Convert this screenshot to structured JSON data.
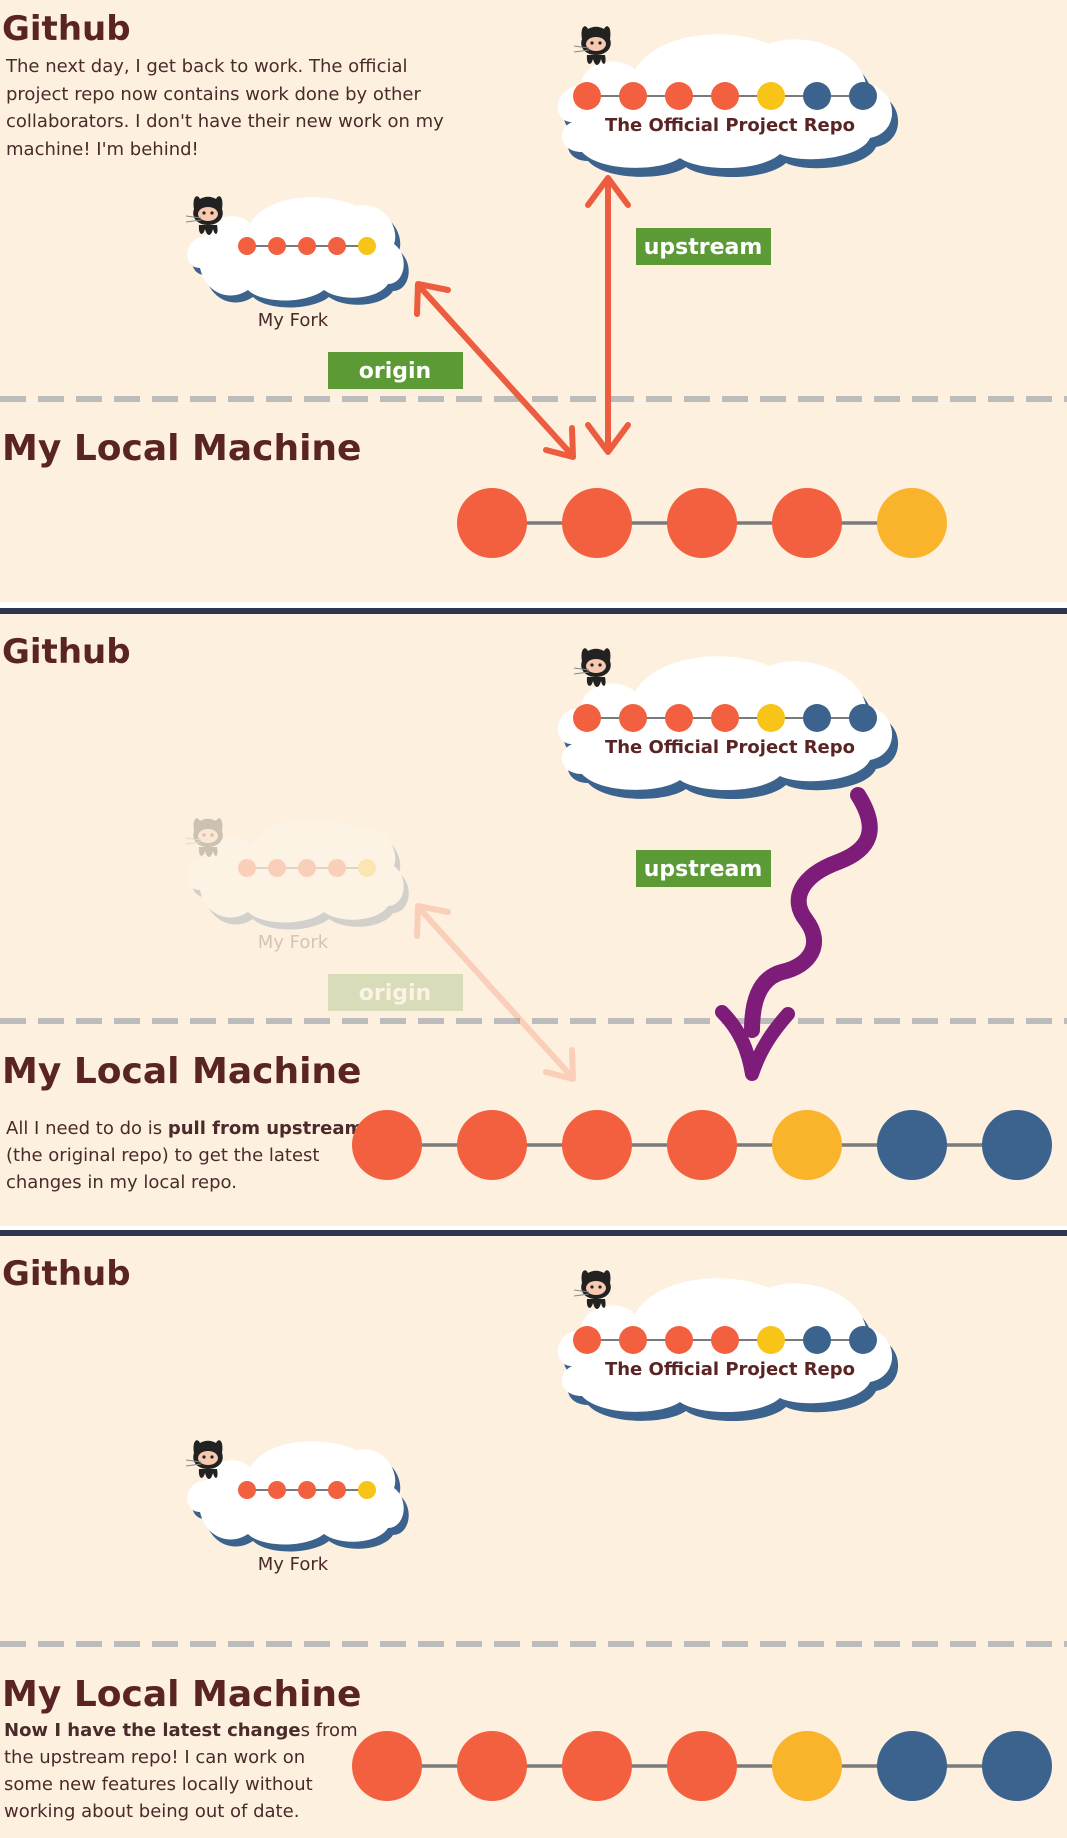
{
  "colors": {
    "background": "#fdf0de",
    "divider": "#2e3550",
    "dashed_line": "#bcbcbc",
    "heading": "#5a2424",
    "body_text": "#4a2a2a",
    "commit_red": "#f2603f",
    "commit_yellow": "#f9b42c",
    "commit_blue": "#3b638d",
    "label_green": "#5b9a35",
    "arrow_red": "#ec5d3f",
    "pull_arrow_purple": "#7e1c7a",
    "cloud_fill": "#ffffff",
    "cloud_shadow": "#3b638d"
  },
  "panels": [
    {
      "github_heading": "Github",
      "local_heading": "My Local Machine",
      "intro_lines": [
        "The next day, I get back to work.  The official",
        "project repo now contains work done by other",
        "collaborators.  I don't have their new work on my",
        "machine!  I'm behind!"
      ],
      "official_repo_label": "The Official Project Repo",
      "fork_label": "My Fork",
      "upstream_label": "upstream",
      "origin_label": "origin",
      "fork_commits": [
        "red",
        "red",
        "red",
        "red",
        "gold"
      ],
      "official_commits": [
        "red",
        "red",
        "red",
        "red",
        "gold",
        "blue",
        "blue"
      ],
      "local_commits": [
        "red",
        "red",
        "red",
        "red",
        "yellow"
      ]
    },
    {
      "github_heading": "Github",
      "local_heading": "My Local Machine",
      "official_repo_label": "The Official Project Repo",
      "fork_label": "My Fork",
      "upstream_label": "upstream",
      "origin_label": "origin",
      "explain_lines": [
        [
          "All I need to do is ",
          "pull from upstream"
        ],
        [
          " (the original repo) to get the latest",
          ""
        ],
        [
          "changes in my local repo.",
          ""
        ]
      ],
      "fork_commits": [
        "red",
        "red",
        "red",
        "red",
        "gold"
      ],
      "official_commits": [
        "red",
        "red",
        "red",
        "red",
        "gold",
        "blue",
        "blue"
      ],
      "local_commits": [
        "red",
        "red",
        "red",
        "red",
        "yellow",
        "blue",
        "blue"
      ]
    },
    {
      "github_heading": "Github",
      "local_heading": "My Local Machine",
      "official_repo_label": "The Official Project Repo",
      "fork_label": "My Fork",
      "explain_lines": [
        [
          "Now I have the latest change",
          "s from"
        ],
        [
          "the upstream repo! I can work on",
          ""
        ],
        [
          "some new features locally without",
          ""
        ],
        [
          "working about being out of date.",
          ""
        ]
      ],
      "fork_commits": [
        "red",
        "red",
        "red",
        "red",
        "gold"
      ],
      "official_commits": [
        "red",
        "red",
        "red",
        "red",
        "gold",
        "blue",
        "blue"
      ],
      "local_commits": [
        "red",
        "red",
        "red",
        "red",
        "yellow",
        "blue",
        "blue"
      ]
    }
  ]
}
